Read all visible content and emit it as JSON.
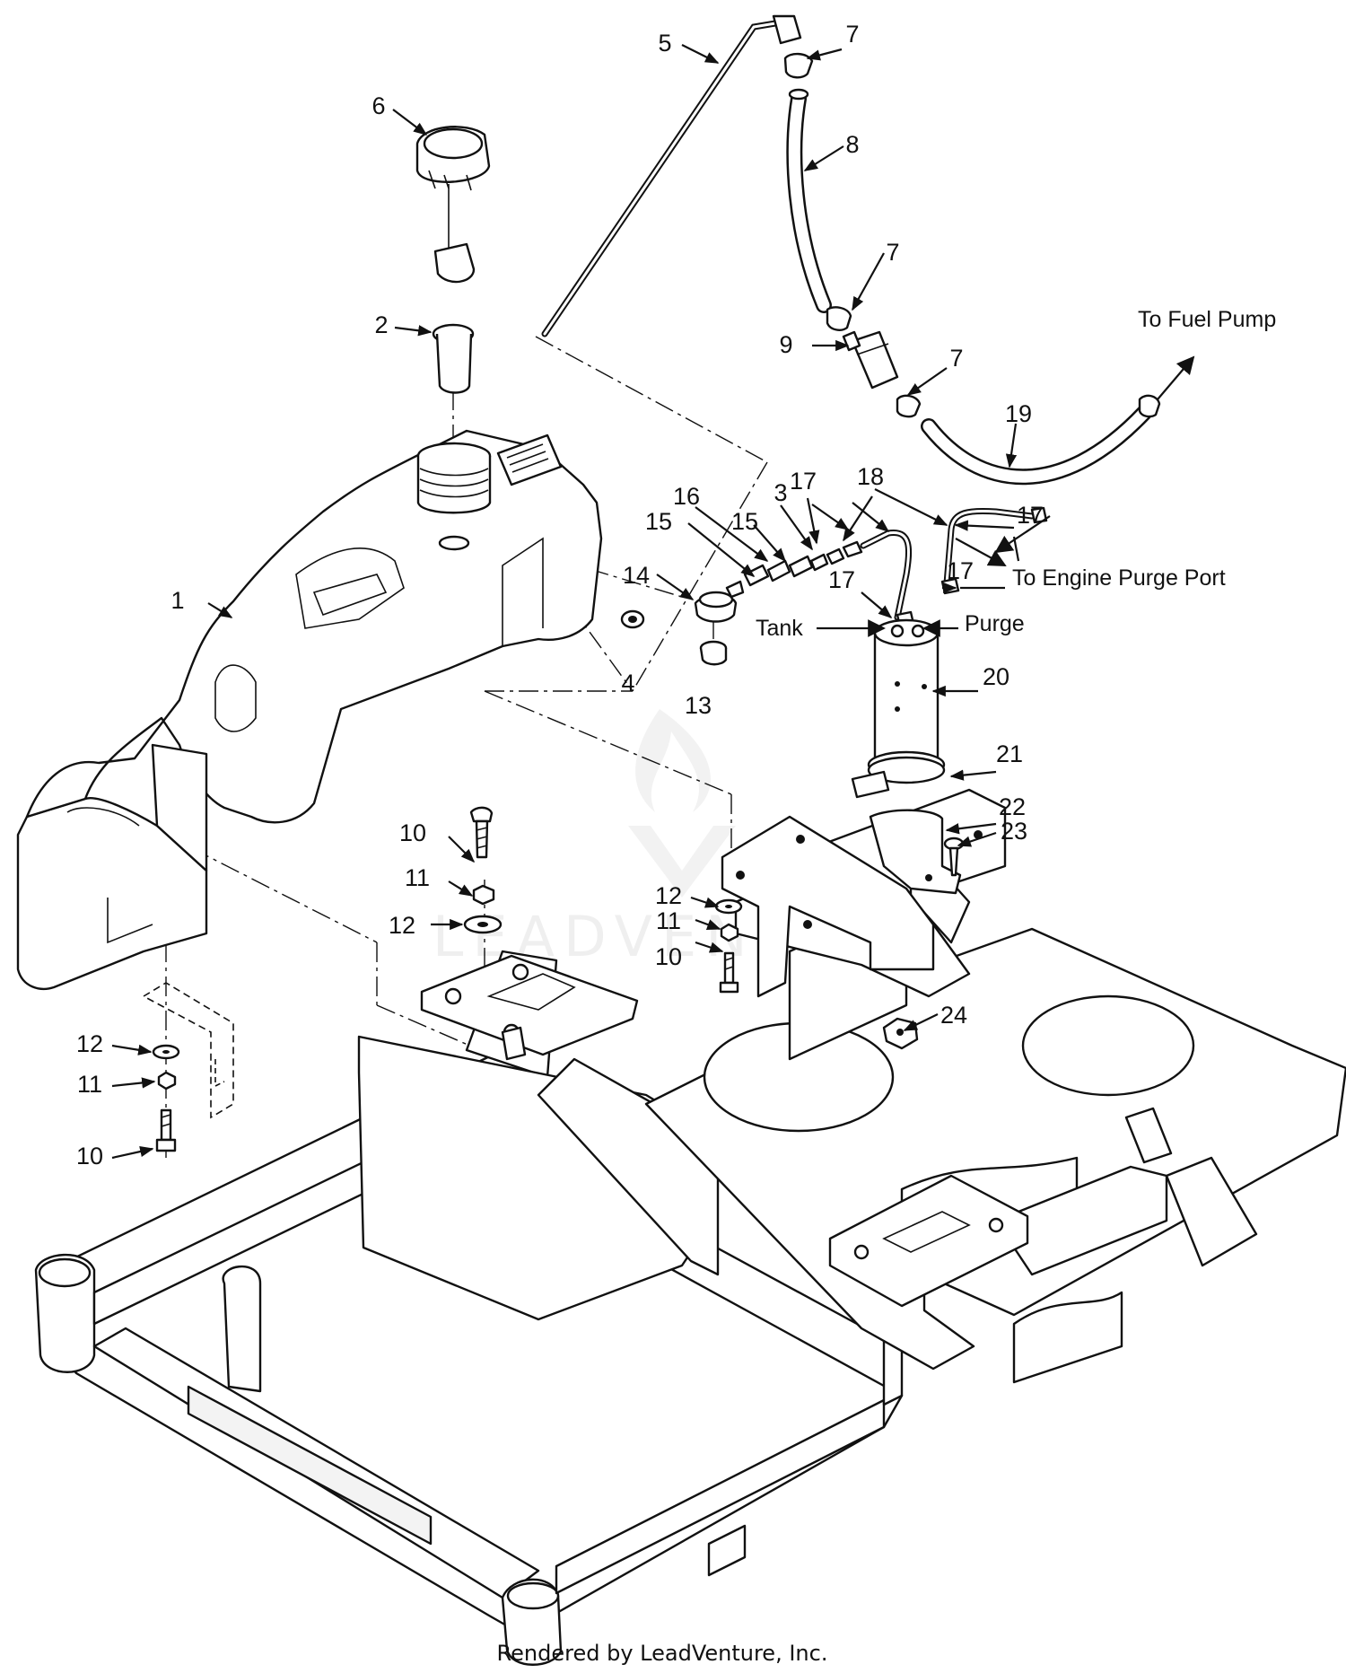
{
  "callouts": [
    {
      "id": "c1",
      "text": "1"
    },
    {
      "id": "c2",
      "text": "2"
    },
    {
      "id": "c3",
      "text": "3"
    },
    {
      "id": "c4",
      "text": "4"
    },
    {
      "id": "c5",
      "text": "5"
    },
    {
      "id": "c6",
      "text": "6"
    },
    {
      "id": "c7a",
      "text": "7"
    },
    {
      "id": "c7b",
      "text": "7"
    },
    {
      "id": "c7c",
      "text": "7"
    },
    {
      "id": "c8",
      "text": "8"
    },
    {
      "id": "c9",
      "text": "9"
    },
    {
      "id": "c10a",
      "text": "10"
    },
    {
      "id": "c10b",
      "text": "10"
    },
    {
      "id": "c10c",
      "text": "10"
    },
    {
      "id": "c11a",
      "text": "11"
    },
    {
      "id": "c11b",
      "text": "11"
    },
    {
      "id": "c11c",
      "text": "11"
    },
    {
      "id": "c12a",
      "text": "12"
    },
    {
      "id": "c12b",
      "text": "12"
    },
    {
      "id": "c12c",
      "text": "12"
    },
    {
      "id": "c13",
      "text": "13"
    },
    {
      "id": "c14",
      "text": "14"
    },
    {
      "id": "c15a",
      "text": "15"
    },
    {
      "id": "c15b",
      "text": "15"
    },
    {
      "id": "c16",
      "text": "16"
    },
    {
      "id": "c17a",
      "text": "17"
    },
    {
      "id": "c17b",
      "text": "17"
    },
    {
      "id": "c17c",
      "text": "17"
    },
    {
      "id": "c17d",
      "text": "17"
    },
    {
      "id": "c18",
      "text": "18"
    },
    {
      "id": "c19",
      "text": "19"
    },
    {
      "id": "c20",
      "text": "20"
    },
    {
      "id": "c21",
      "text": "21"
    },
    {
      "id": "c22",
      "text": "22"
    },
    {
      "id": "c23",
      "text": "23"
    },
    {
      "id": "c24",
      "text": "24"
    }
  ],
  "notes": {
    "to_fuel_pump": "To Fuel Pump",
    "to_engine_purge_port": "To Engine Purge Port",
    "tank": "Tank",
    "purge": "Purge"
  },
  "watermark": "LEADVENTURE",
  "footer": "Rendered by LeadVenture, Inc."
}
